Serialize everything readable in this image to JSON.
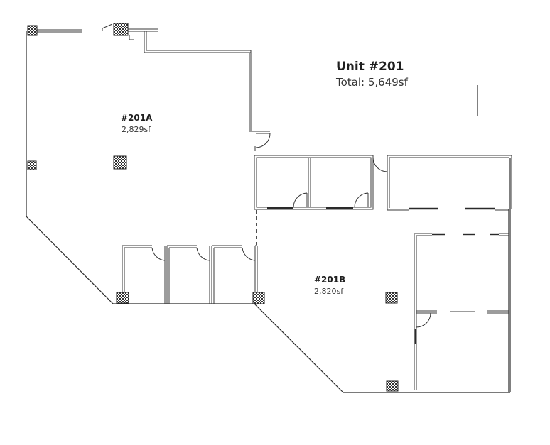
{
  "unit": {
    "title": "Unit #201",
    "total_label": "Total: 5,649sf"
  },
  "suites": [
    {
      "id": "#201A",
      "area": "2,829sf"
    },
    {
      "id": "#201B",
      "area": "2,820sf"
    }
  ],
  "colors": {
    "background": "#ffffff",
    "wall": "#2b2b2b",
    "text": "#1f1f1f"
  }
}
